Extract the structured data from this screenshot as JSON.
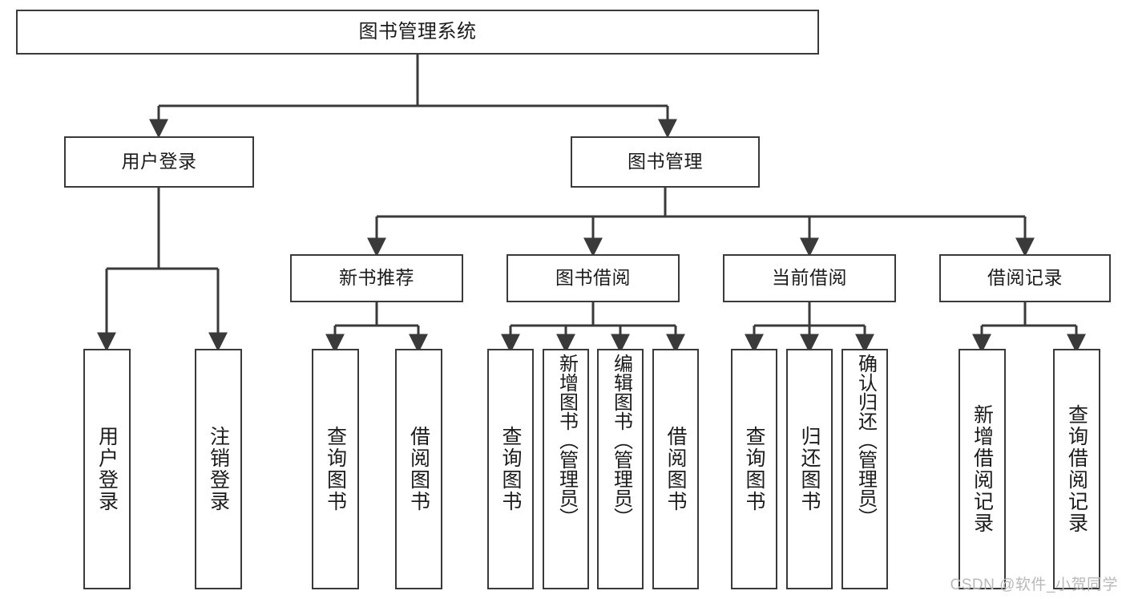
{
  "diagram": {
    "title": "图书管理系统",
    "type": "tree",
    "root": {
      "label": "图书管理系统",
      "children": [
        {
          "label": "用户登录",
          "children": [
            {
              "label": "用户登录"
            },
            {
              "label": "注销登录"
            }
          ]
        },
        {
          "label": "图书管理",
          "children": [
            {
              "label": "新书推荐",
              "children": [
                {
                  "label": "查询图书"
                },
                {
                  "label": "借阅图书"
                }
              ]
            },
            {
              "label": "图书借阅",
              "children": [
                {
                  "label": "查询图书"
                },
                {
                  "label": "新增图书（管理员）"
                },
                {
                  "label": "编辑图书（管理员）"
                },
                {
                  "label": "借阅图书"
                }
              ]
            },
            {
              "label": "当前借阅",
              "children": [
                {
                  "label": "查询图书"
                },
                {
                  "label": "归还图书"
                },
                {
                  "label": "确认归还（管理员）"
                }
              ]
            },
            {
              "label": "借阅记录",
              "children": [
                {
                  "label": "新增借阅记录"
                },
                {
                  "label": "查询借阅记录"
                }
              ]
            }
          ]
        }
      ]
    },
    "nodes": {
      "root": "图书管理系统",
      "user_login": "用户登录",
      "book_manage": "图书管理",
      "new_book_rec": "新书推荐",
      "book_borrow": "图书借阅",
      "current_borrow": "当前借阅",
      "borrow_record": "借阅记录",
      "leaf_user_login": "用户登录",
      "leaf_logout": "注销登录",
      "leaf_rec_query": "查询图书",
      "leaf_rec_borrow": "借阅图书",
      "leaf_bb_query": "查询图书",
      "leaf_bb_add": "新增图书（管理员）",
      "leaf_bb_edit": "编辑图书（管理员）",
      "leaf_bb_borrow": "借阅图书",
      "leaf_cb_query": "查询图书",
      "leaf_cb_return": "归还图书",
      "leaf_cb_confirm": "确认归还（管理员）",
      "leaf_br_add": "新增借阅记录",
      "leaf_br_query": "查询借阅记录"
    },
    "style": {
      "line_color": "#3a3a3a",
      "box_border": "#3a3a3a",
      "box_fill": "#ffffff",
      "text_color": "#1b1b1b",
      "background": "#ffffff"
    }
  },
  "watermark": {
    "text": "CSDN @软件_小贺同学",
    "color": "#b9b9b9"
  }
}
